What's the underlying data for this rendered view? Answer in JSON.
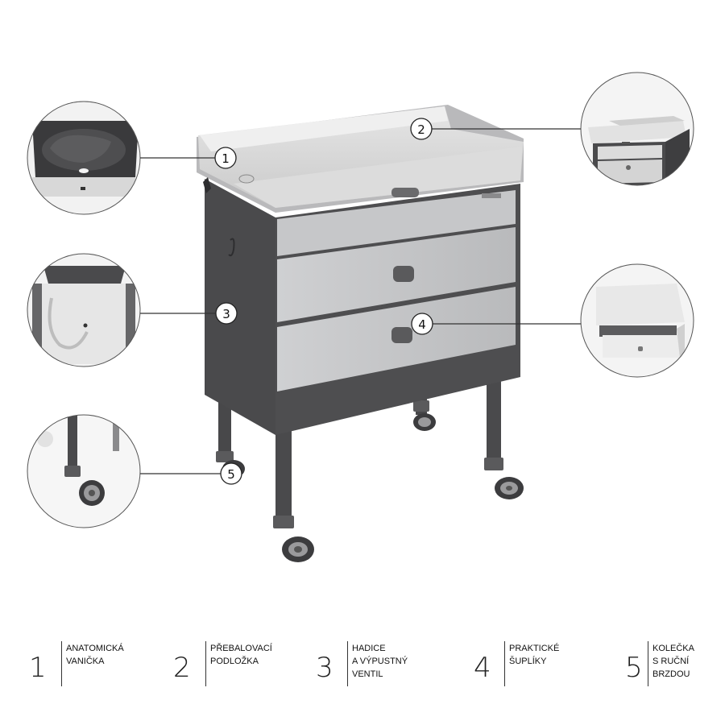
{
  "callouts": [
    {
      "number": "1",
      "target": "anatomical-bath"
    },
    {
      "number": "2",
      "target": "changing-mat"
    },
    {
      "number": "3",
      "target": "drain-hose"
    },
    {
      "number": "4",
      "target": "drawers"
    },
    {
      "number": "5",
      "target": "braked-wheels"
    }
  ],
  "legend": [
    {
      "number": "1",
      "lines": [
        "ANATOMICKÁ",
        "VANIČKA"
      ]
    },
    {
      "number": "2",
      "lines": [
        "PŘEBALOVACÍ",
        "PODLOŽKA"
      ]
    },
    {
      "number": "3",
      "lines": [
        "HADICE",
        "A VÝPUSTNÝ",
        "VENTIL"
      ]
    },
    {
      "number": "4",
      "lines": [
        "PRAKTICKÉ",
        "ŠUPLÍKY"
      ]
    },
    {
      "number": "5",
      "lines": [
        "KOLEČKA",
        "S RUČNÍ",
        "BRZDOU"
      ]
    }
  ],
  "colors": {
    "frame": "#4a4a4c",
    "panel": "#c4c5c7",
    "tray": "#d6d6d6",
    "line": "#333333"
  }
}
